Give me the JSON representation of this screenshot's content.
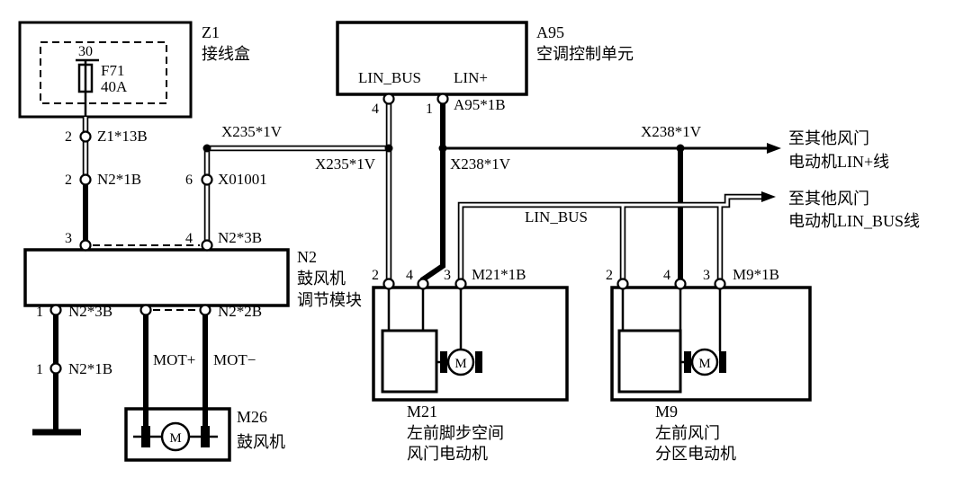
{
  "components": {
    "z1": {
      "id": "Z1",
      "name": "接线盒",
      "terminal": "30",
      "fuse_id": "F71",
      "fuse_rating": "40A"
    },
    "a95": {
      "id": "A95",
      "name": "空调控制单元",
      "label_lin_bus": "LIN_BUS",
      "label_lin_plus": "LIN+",
      "pin_lin_bus": "4",
      "pin_lin_plus": "1",
      "connector": "A95*1B"
    },
    "n2": {
      "id": "N2",
      "name_line1": "鼓风机",
      "name_line2": "调节模块",
      "pin_top_left": "3",
      "pin_top_right": "4",
      "pin_top_right_label": "N2*3B",
      "pin_bottom_label": "N2*2B"
    },
    "m26": {
      "id": "M26",
      "name": "鼓风机",
      "motor_letter": "M"
    },
    "m21": {
      "id": "M21",
      "name_line1": "左前脚步空间",
      "name_line2": "风门电动机",
      "connector": "M21*1B",
      "pins": [
        "2",
        "4",
        "3"
      ],
      "motor_letter": "M"
    },
    "m9": {
      "id": "M9",
      "name_line1": "左前风门",
      "name_line2": "分区电动机",
      "connector": "M9*1B",
      "pins": [
        "2",
        "4",
        "3"
      ],
      "motor_letter": "M"
    }
  },
  "wires": {
    "z1_out": {
      "pin": "2",
      "label": "Z1*13B"
    },
    "n2_in_top": {
      "pin": "2",
      "label": "N2*1B"
    },
    "x01001": {
      "pin": "6",
      "label": "X01001"
    },
    "x235_label_left": "X235*1V",
    "x235_label_right": "X235*1V",
    "x238_label_left": "X238*1V",
    "x238_label_right": "X238*1V",
    "lin_bus_label": "LIN_BUS",
    "n2_bottom_1": {
      "pin": "1",
      "label": "N2*3B"
    },
    "n2_bottom_2": {
      "pin": "1",
      "label": "N2*1B"
    },
    "mot_plus": "MOT+",
    "mot_minus": "MOT−"
  },
  "annotations": {
    "lin_plus_out": [
      "至其他风门",
      "电动机LIN+线"
    ],
    "lin_bus_out": [
      "至其他风门",
      "电动机LIN_BUS线"
    ]
  },
  "colors": {
    "wire": "#000000",
    "background": "#ffffff"
  }
}
